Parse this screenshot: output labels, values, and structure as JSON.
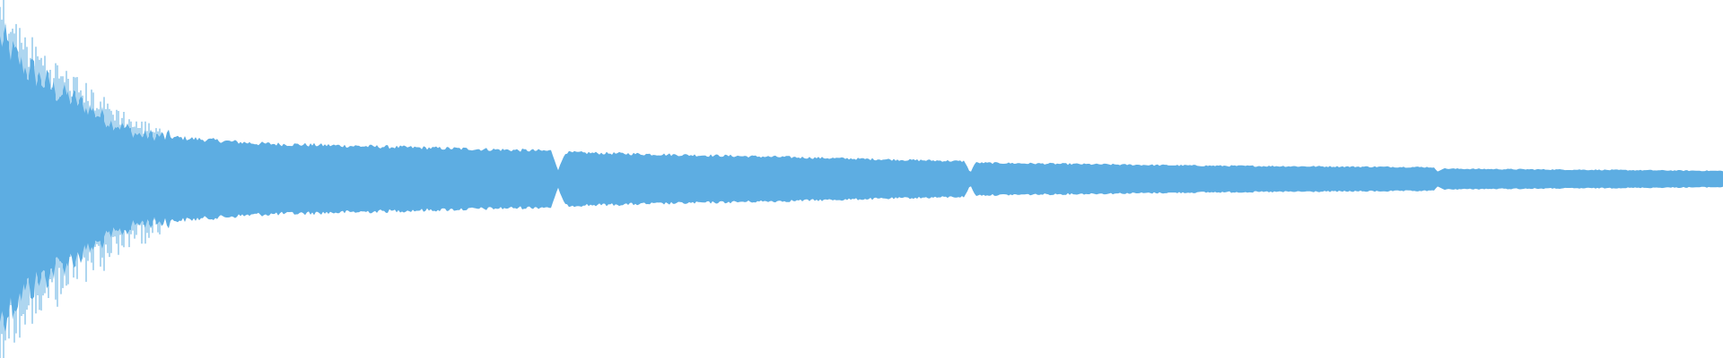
{
  "waveform": {
    "color": "#5dade2",
    "background": "#ffffff",
    "duration_fraction_shown": 1.0,
    "amplitude_envelope": [
      {
        "t": 0.0,
        "a": 0.95
      },
      {
        "t": 0.01,
        "a": 0.8
      },
      {
        "t": 0.03,
        "a": 0.62
      },
      {
        "t": 0.06,
        "a": 0.42
      },
      {
        "t": 0.08,
        "a": 0.3
      },
      {
        "t": 0.15,
        "a": 0.24
      },
      {
        "t": 0.25,
        "a": 0.21
      },
      {
        "t": 0.32,
        "a": 0.19
      },
      {
        "t": 0.324,
        "a": 0.06
      },
      {
        "t": 0.328,
        "a": 0.18
      },
      {
        "t": 0.45,
        "a": 0.15
      },
      {
        "t": 0.56,
        "a": 0.12
      },
      {
        "t": 0.563,
        "a": 0.04
      },
      {
        "t": 0.566,
        "a": 0.11
      },
      {
        "t": 0.7,
        "a": 0.09
      },
      {
        "t": 0.832,
        "a": 0.08
      },
      {
        "t": 0.834,
        "a": 0.05
      },
      {
        "t": 0.837,
        "a": 0.07
      },
      {
        "t": 1.0,
        "a": 0.055
      }
    ]
  }
}
